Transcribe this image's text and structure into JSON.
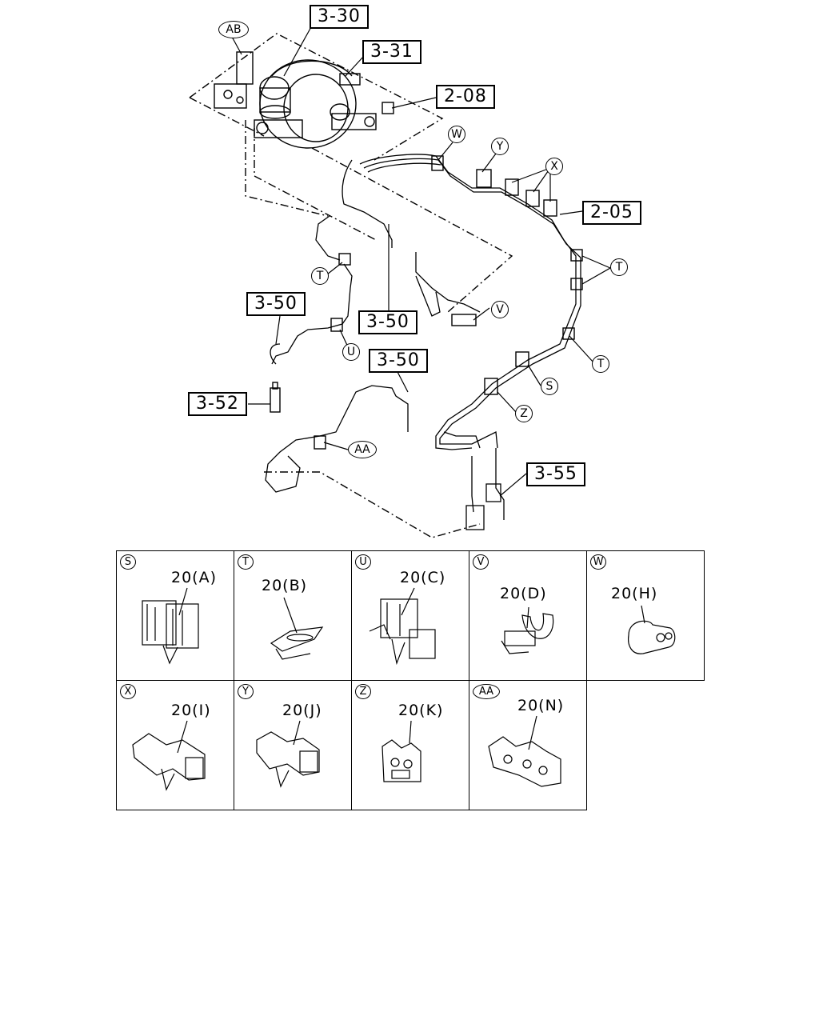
{
  "callouts": {
    "c3_30": "3-30",
    "c3_31": "3-31",
    "c2_08": "2-08",
    "c2_05": "2-05",
    "c3_50_a": "3-50",
    "c3_50_b": "3-50",
    "c3_50_c": "3-50",
    "c3_52": "3-52",
    "c3_55": "3-55"
  },
  "markers": {
    "ab": "AB",
    "w": "W",
    "y": "Y",
    "x": "X",
    "t1": "T",
    "t2": "T",
    "t3": "T",
    "v": "V",
    "u": "U",
    "s": "S",
    "z": "Z",
    "aa": "AA"
  },
  "parts": [
    {
      "tag": "S",
      "part": "20(A)"
    },
    {
      "tag": "T",
      "part": "20(B)"
    },
    {
      "tag": "U",
      "part": "20(C)"
    },
    {
      "tag": "V",
      "part": "20(D)"
    },
    {
      "tag": "W",
      "part": "20(H)"
    },
    {
      "tag": "X",
      "part": "20(I)"
    },
    {
      "tag": "Y",
      "part": "20(J)"
    },
    {
      "tag": "Z",
      "part": "20(K)"
    },
    {
      "tag": "AA",
      "part": "20(N)"
    }
  ]
}
